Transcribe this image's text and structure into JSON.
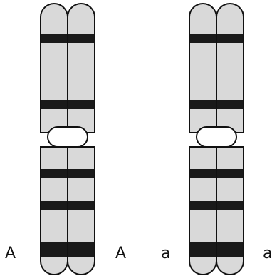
{
  "colors": {
    "chromatid_fill": "#d9d9d9",
    "band": "#1a1a1a",
    "outline": "#111111",
    "background": "#ffffff"
  },
  "chromosomes": [
    {
      "left_label": "A",
      "right_label": "A"
    },
    {
      "left_label": "a",
      "right_label": "a"
    }
  ]
}
